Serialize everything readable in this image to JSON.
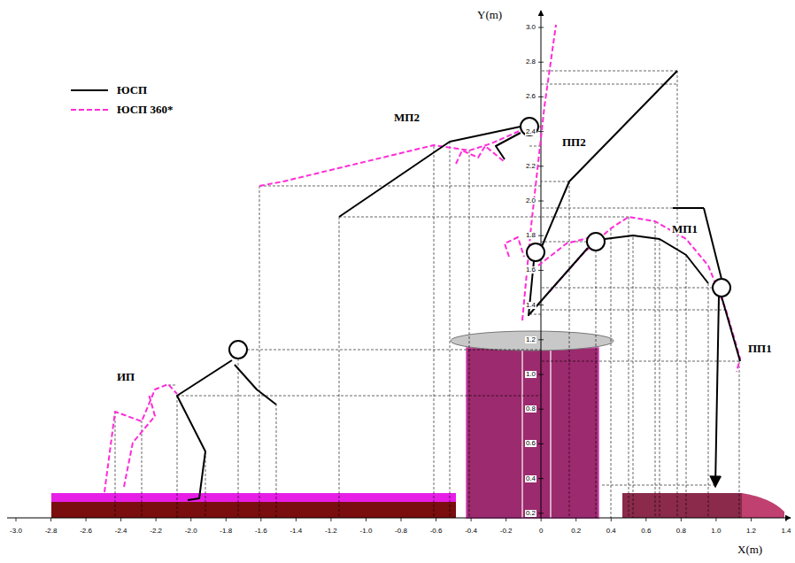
{
  "diagram": {
    "labels": [
      "Y(m)",
      "3.0",
      "2.8",
      "2.6",
      "2.4",
      "2.2",
      "2.0",
      "1.8",
      "1.6",
      "1.4",
      "1.2",
      "1.0",
      "0.8",
      "0.6",
      "0.4",
      "0.2",
      "X(m)",
      "-3.0",
      "-2.8",
      "-2.6",
      "-2.4",
      "-2.2",
      "-2.0",
      "-1.8",
      "-1.6",
      "-1.4",
      "-1.2",
      "-1.0",
      "-0.8",
      "-0.6",
      "-0.4",
      "-0.2",
      "0",
      "0.2",
      "0.4",
      "0.6",
      "0.8",
      "1.0",
      "1.2",
      "1.4",
      "МП2",
      "ПП2",
      "МП1",
      "ИП",
      "ПП1"
    ],
    "legend": [
      {
        "text": "ЮСП"
      },
      {
        "text": "ЮСП 360*"
      }
    ]
  }
}
